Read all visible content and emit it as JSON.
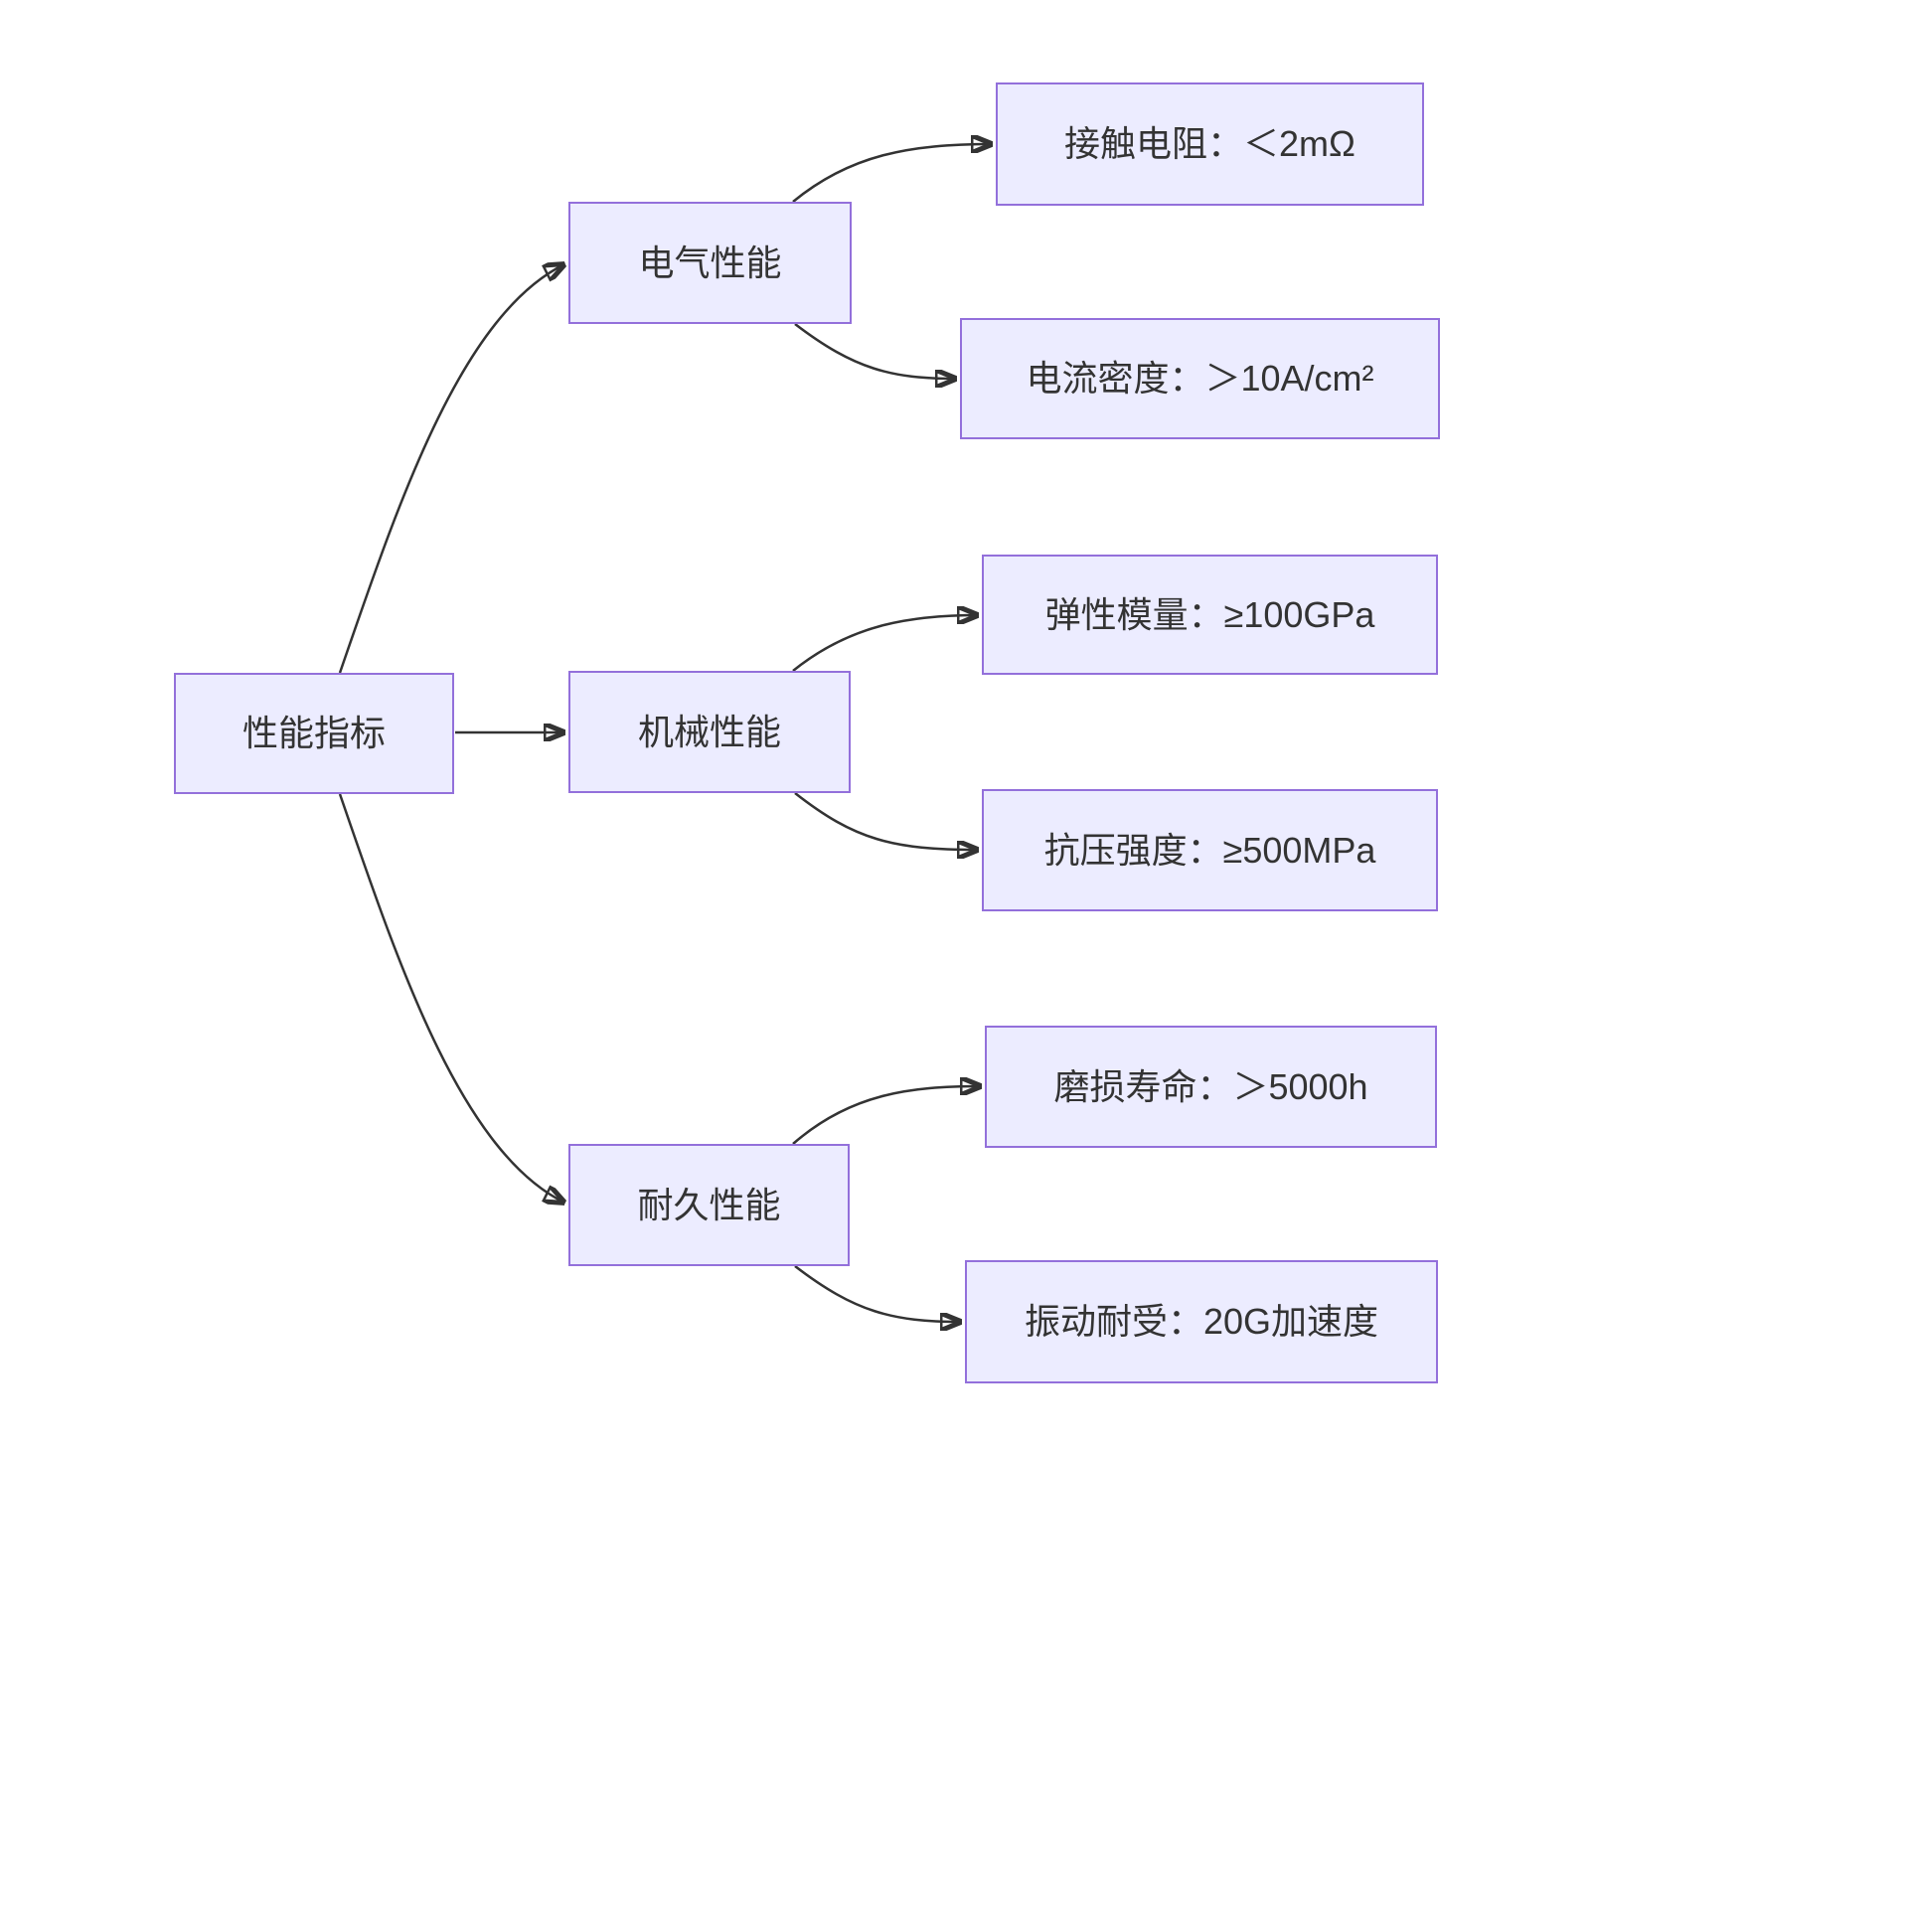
{
  "diagram": {
    "type": "flowchart",
    "direction": "left-to-right",
    "colors": {
      "background": "#ffffff",
      "node_fill": "#ECECFF",
      "node_border": "#9370DB",
      "edge": "#333333",
      "text": "#333333"
    },
    "nodes": {
      "root": {
        "label": "性能指标"
      },
      "electrical": {
        "label": "电气性能"
      },
      "mechanical": {
        "label": "机械性能"
      },
      "durability": {
        "label": "耐久性能"
      },
      "contact_resistance": {
        "label": "接触电阻：＜2mΩ"
      },
      "current_density": {
        "label": "电流密度：＞10A/cm²"
      },
      "elastic_modulus": {
        "label": "弹性模量：≥100GPa"
      },
      "compressive_strength": {
        "label": "抗压强度：≥500MPa"
      },
      "wear_life": {
        "label": "磨损寿命：＞5000h"
      },
      "vibration_resistance": {
        "label": "振动耐受：20G加速度"
      }
    },
    "edges": [
      {
        "from": "性能指标",
        "to": "电气性能"
      },
      {
        "from": "性能指标",
        "to": "机械性能"
      },
      {
        "from": "性能指标",
        "to": "耐久性能"
      },
      {
        "from": "电气性能",
        "to": "接触电阻：＜2mΩ"
      },
      {
        "from": "电气性能",
        "to": "电流密度：＞10A/cm²"
      },
      {
        "from": "机械性能",
        "to": "弹性模量：≥100GPa"
      },
      {
        "from": "机械性能",
        "to": "抗压强度：≥500MPa"
      },
      {
        "from": "耐久性能",
        "to": "磨损寿命：＞5000h"
      },
      {
        "from": "耐久性能",
        "to": "振动耐受：20G加速度"
      }
    ]
  }
}
